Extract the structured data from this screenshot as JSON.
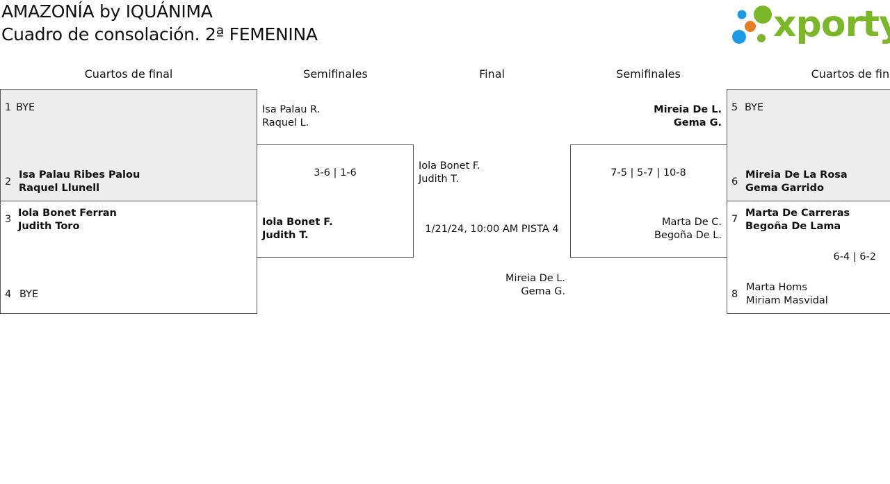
{
  "header": {
    "title": "AMAZONÍA by IQUÁNIMA",
    "subtitle": "Cuadro de consolación. 2ª FEMENINA",
    "logo_text": "xporty"
  },
  "rounds": {
    "qf_left": "Cuartos de final",
    "sf_left": "Semifinales",
    "final": "Final",
    "sf_right": "Semifinales",
    "qf_right": "Cuartos de final"
  },
  "left": {
    "qf": [
      {
        "seed": "1",
        "p1": "BYE",
        "p2": ""
      },
      {
        "seed": "2",
        "p1": "Isa Palau Ribes Palou",
        "p2": "Raquel Llunell"
      },
      {
        "seed": "3",
        "p1": "Iola Bonet Ferran",
        "p2": "Judith Toro"
      },
      {
        "seed": "4",
        "p1": "BYE",
        "p2": ""
      }
    ],
    "sf_top": {
      "p1": "Isa Palau R.",
      "p2": "Raquel L."
    },
    "sf_score": "3-6 | 1-6",
    "sf_bottom": {
      "p1": "Iola Bonet F.",
      "p2": "Judith T."
    }
  },
  "final": {
    "top": {
      "p1": "Iola Bonet F.",
      "p2": "Judith T."
    },
    "schedule": "1/21/24, 10:00 AM PISTA 4",
    "bottom": {
      "p1": "Mireia De L.",
      "p2": "Gema G."
    }
  },
  "right": {
    "sf_top": {
      "p1": "Mireia De L.",
      "p2": "Gema G."
    },
    "sf_score": "7-5 | 5-7 | 10-8",
    "sf_bottom": {
      "p1": "Marta De C.",
      "p2": "Begoña De L."
    },
    "qf": [
      {
        "seed": "5",
        "p1": "BYE",
        "p2": ""
      },
      {
        "seed": "6",
        "p1": "Mireia De La Rosa",
        "p2": "Gema Garrido"
      },
      {
        "seed": "7",
        "p1": "Marta De Carreras",
        "p2": "Begoña De Lama"
      },
      {
        "seed": "8",
        "p1": "Marta Homs",
        "p2": "Miriam Masvidal"
      }
    ],
    "qf_score_bottom": "6-4 | 6-2"
  },
  "colors": {
    "logo_green": "#7ab829",
    "dot_green": "#7ab829",
    "dot_blue": "#1e9be8",
    "dot_orange": "#e67e22",
    "bye_fill": "#ededed"
  }
}
